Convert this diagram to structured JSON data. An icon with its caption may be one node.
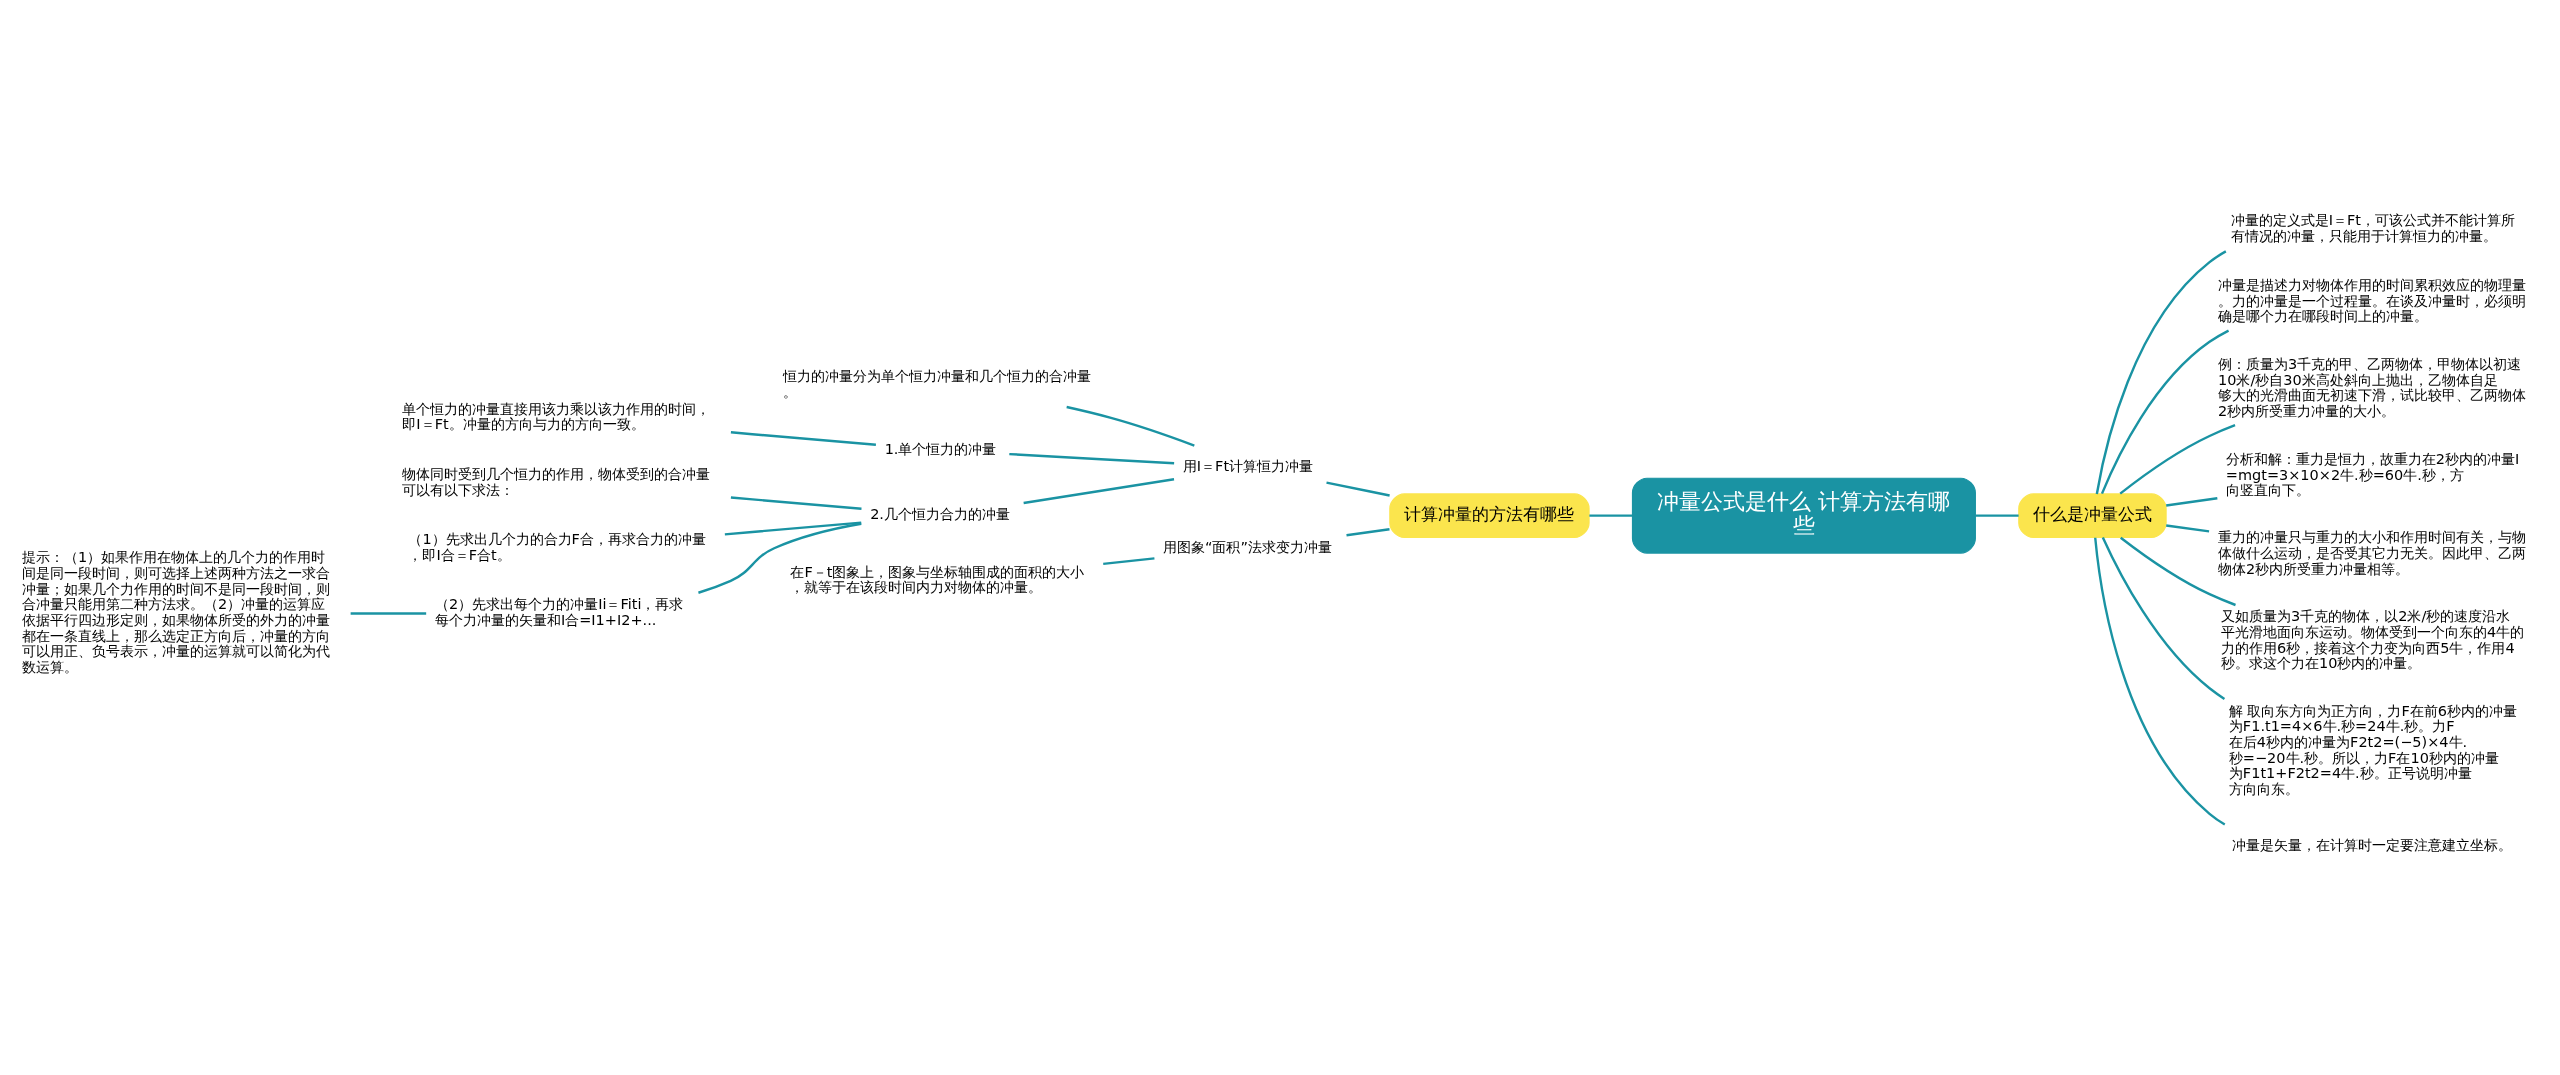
{
  "diagram": {
    "nodes": [
      {
        "text": [
          "冲量公式是什么 计算方法有哪些"
        ]
      },
      {
        "text": [
          "计算冲量的方法有哪些"
        ]
      },
      {
        "text": [
          "用I＝Ft计算恒力冲量"
        ]
      },
      {
        "text": [
          "恒力的冲量分为单个恒力冲量和几个恒力的合冲量。"
        ]
      },
      {
        "text": [
          "1.单个恒力的冲量"
        ]
      },
      {
        "text": [
          "单个恒力的冲量直接用该力乘以该力作用的时间，即I＝Ft。冲量的方向与力的方向一致。"
        ]
      },
      {
        "text": [
          "2.几个恒力合力的冲量"
        ]
      },
      {
        "text": [
          "物体同时受到几个恒力的作用，物体受到的合冲量可以有以下求法："
        ]
      },
      {
        "text": [
          "（1）先求出几个力的合力F合，再求合力的冲量，即I合＝F合t。"
        ]
      },
      {
        "text": [
          "（2）先求出每个力的冲量Ii＝Fiti，再求每个力冲量的矢量和I合=I1+I2+..."
        ]
      },
      {
        "text": [
          "提示：（1）如果作用在物体上的几个力的作用时间是同一段时间，则可选择上述两种方法之一求合冲量；如果几个力作用的时间不是同一段时间，则合冲量只能用第二种方法求。（2）冲量的运算应依据平行四边形定则，如果物体所受的外力的冲量都在一条直线上，那么选定正方向后，冲量的方向可以用正、负号表示，冲量的运算就可以简化为代数运算。"
        ]
      },
      {
        "text": [
          "用图象“面积”法求变力冲量"
        ]
      },
      {
        "text": [
          "在F－t图象上，图象与坐标轴围成的面积的大小，就等于在该段时间内力对物体的冲量。"
        ]
      },
      {
        "text": [
          "什么是冲量公式"
        ]
      },
      {
        "text": [
          "冲量的定义式是I＝Ft，可该公式并不能计算所有情况的冲量，只能用于计算恒力的冲量。"
        ]
      },
      {
        "text": [
          "冲量是描述力对物体作用的时间累积效应的物理量。力的冲量是一个过程量。在谈及冲量时，必须明确是哪个力在哪段时间上的冲量。"
        ]
      },
      {
        "text": [
          "例：质量为3千克的甲、乙两物体，甲物体以初速10米/秒自30米高处斜向上抛出，乙物体自足够大的光滑曲面无初速下滑，试比较甲、乙两物体2秒内所受重力冲量的大小。"
        ]
      },
      {
        "text": [
          "分析和解：重力是恒力，故重力在2秒内的冲量I=mgt=3×10×2牛.秒=60牛.秒，方向竖直向下。"
        ]
      },
      {
        "text": [
          "重力的冲量只与重力的大小和作用时间有关，与物体做什么运动，是否受其它力无关。因此甲、乙两物体2秒内所受重力冲量相等。"
        ]
      },
      {
        "text": [
          "又如质量为3千克的物体，以2米/秒的速度沿水平光滑地面向东运动。物体受到一个向东的4牛的力的作用6秒，接着这个力变为向西5牛，作用4秒。求这个力在10秒内的冲量。"
        ]
      },
      {
        "text": [
          "解 取向东方向为正方向，力F在前6秒内的冲量为F1.t1=4×6牛.秒=24牛.秒。力F在后4秒内的冲量为F2t2=(−5)×4牛.秒=−20牛.秒。所以，力F在10秒内的冲量为F1t1+F2t2=4牛.秒。正号说明冲量方向向东。"
        ]
      },
      {
        "text": [
          "冲量是矢量，在计算时一定要注意建立坐标。"
        ]
      }
    ],
    "edges": [
      {
        "from": 0,
        "to": 1,
        "arrow": "none"
      },
      {
        "from": 1,
        "to": 2,
        "arrow": "none"
      },
      {
        "from": 2,
        "to": 3,
        "arrow": "none"
      },
      {
        "from": 2,
        "to": 4,
        "arrow": "none"
      },
      {
        "from": 4,
        "to": 5,
        "arrow": "none"
      },
      {
        "from": 2,
        "to": 6,
        "arrow": "none"
      },
      {
        "from": 6,
        "to": 7,
        "arrow": "none"
      },
      {
        "from": 6,
        "to": 8,
        "arrow": "none"
      },
      {
        "from": 6,
        "to": 9,
        "arrow": "none"
      },
      {
        "from": 9,
        "to": 10,
        "arrow": "none"
      },
      {
        "from": 1,
        "to": 11,
        "arrow": "none"
      },
      {
        "from": 11,
        "to": 12,
        "arrow": "none"
      },
      {
        "from": 0,
        "to": 13,
        "arrow": "none"
      },
      {
        "from": 13,
        "to": 14,
        "arrow": "none"
      },
      {
        "from": 13,
        "to": 15,
        "arrow": "none"
      },
      {
        "from": 13,
        "to": 16,
        "arrow": "none"
      },
      {
        "from": 13,
        "to": 17,
        "arrow": "none"
      },
      {
        "from": 13,
        "to": 18,
        "arrow": "none"
      },
      {
        "from": 13,
        "to": 19,
        "arrow": "none"
      },
      {
        "from": 13,
        "to": 20,
        "arrow": "none"
      },
      {
        "from": 13,
        "to": 21,
        "arrow": "none"
      }
    ]
  }
}
